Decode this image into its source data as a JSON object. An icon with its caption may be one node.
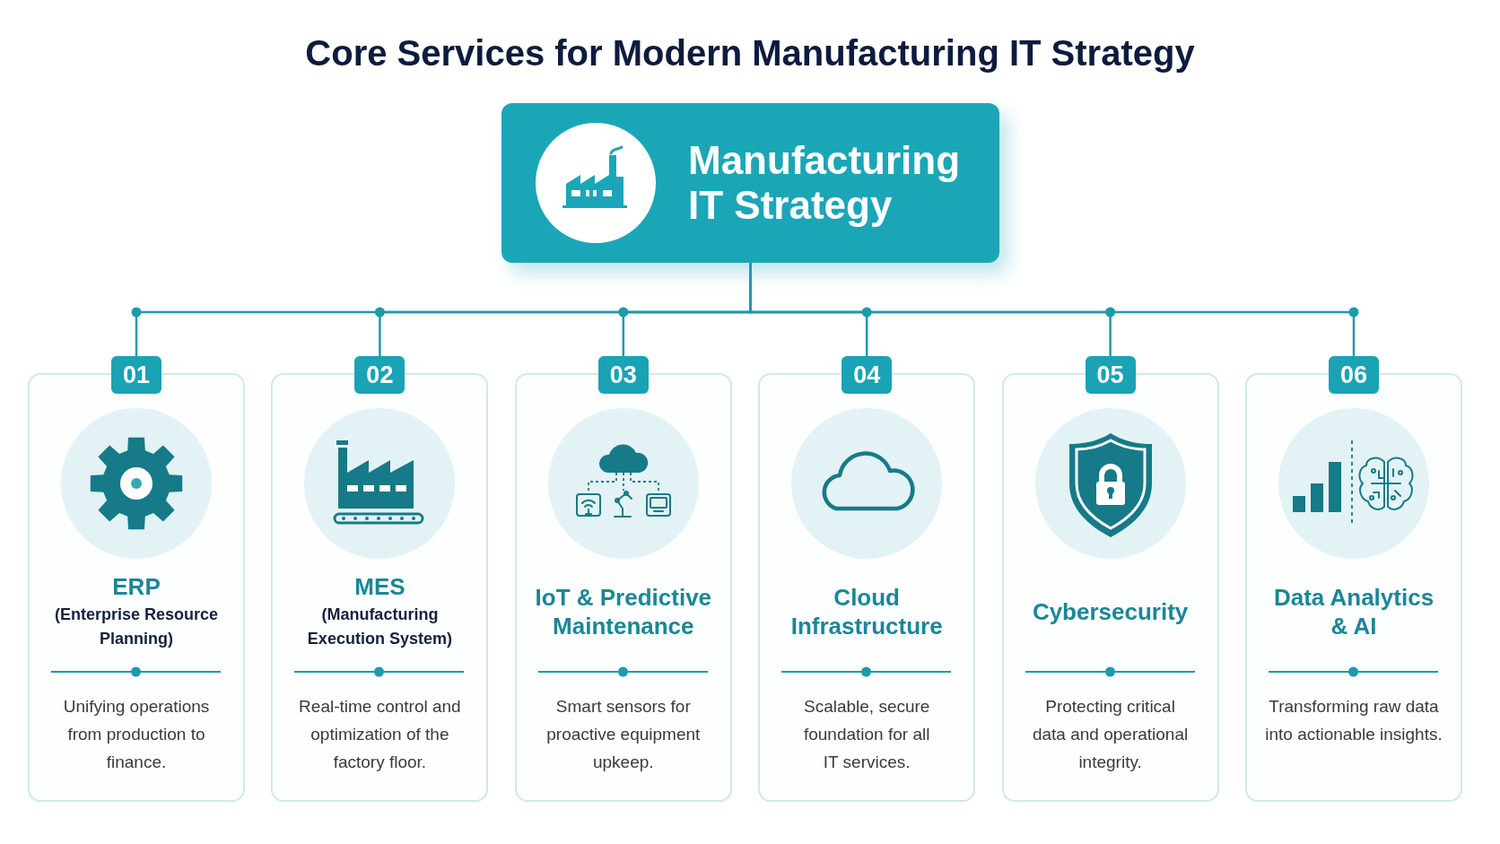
{
  "diagram": {
    "title": "Core Services for Modern Manufacturing IT Strategy",
    "nodes": [
      {
        "text": [
          "Manufacturing IT Strategy"
        ]
      },
      {
        "text": [
          "01"
        ]
      },
      {
        "text": [
          "ERP",
          "(Enterprise Resource Planning)",
          "Unifying operations from production to finance."
        ]
      },
      {
        "text": [
          "02"
        ]
      },
      {
        "text": [
          "MES",
          "(Manufacturing Execution System)",
          "Real-time control and optimization of the factory floor."
        ]
      },
      {
        "text": [
          "03"
        ]
      },
      {
        "text": [
          "IoT & Predictive Maintenance",
          "Smart sensors for proactive equipment upkeep."
        ]
      },
      {
        "text": [
          "04"
        ]
      },
      {
        "text": [
          "Cloud Infrastructure",
          "Scalable, secure foundation for all IT services."
        ]
      },
      {
        "text": [
          "05"
        ]
      },
      {
        "text": [
          "Cybersecurity",
          "Protecting critical data and operational integrity."
        ]
      },
      {
        "text": [
          "06"
        ]
      },
      {
        "text": [
          "Data Analytics & AI",
          "Transforming raw data into actionable insights."
        ]
      }
    ],
    "edges": [
      {
        "from": 0,
        "to": 1,
        "arrow": "none"
      },
      {
        "from": 0,
        "to": 3,
        "arrow": "none"
      },
      {
        "from": 0,
        "to": 5,
        "arrow": "none"
      },
      {
        "from": 0,
        "to": 7,
        "arrow": "none"
      },
      {
        "from": 0,
        "to": 9,
        "arrow": "none"
      },
      {
        "from": 0,
        "to": 11,
        "arrow": "none"
      }
    ]
  }
}
